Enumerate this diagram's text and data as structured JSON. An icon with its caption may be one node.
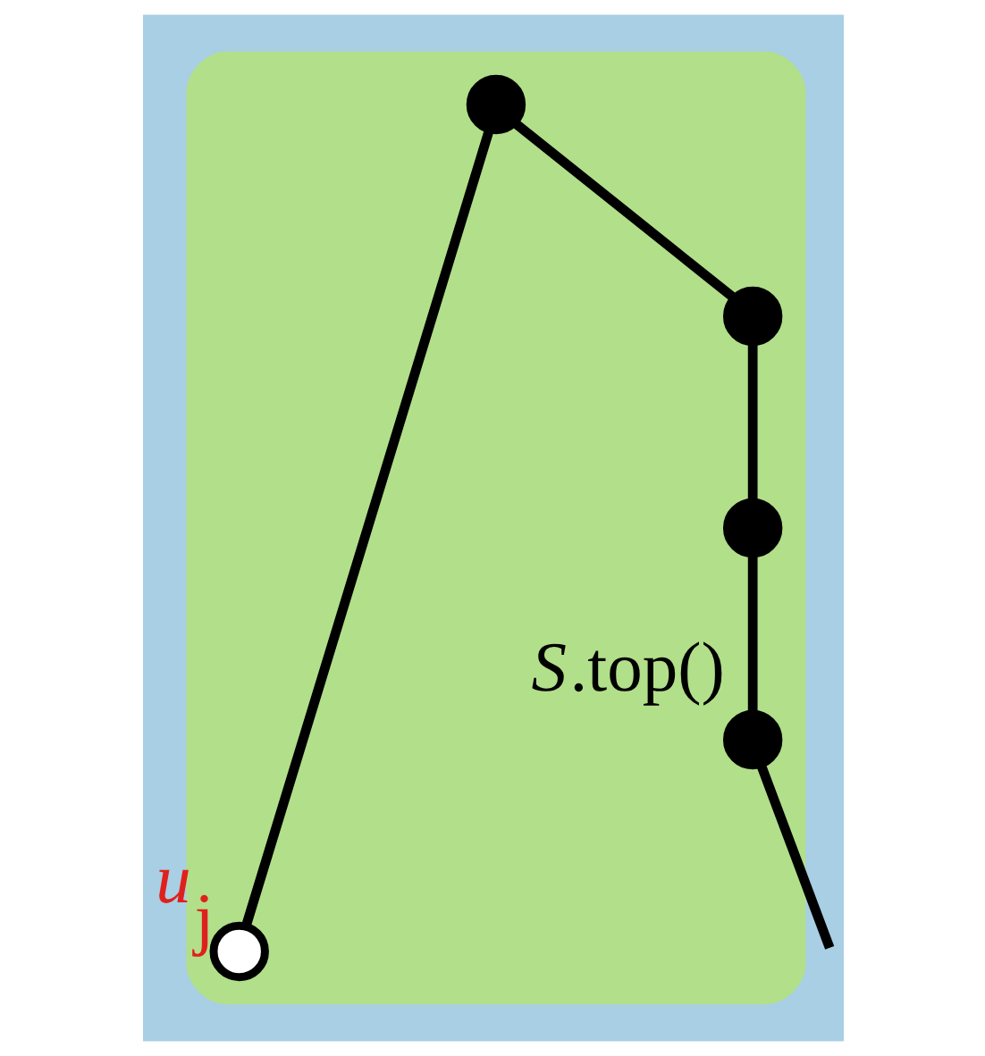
{
  "diagram": {
    "nodes": [
      {
        "text": [],
        "shape": "box"
      },
      {
        "text": [],
        "shape": "circle",
        "in": 0
      },
      {
        "text": [],
        "shape": "circle",
        "in": 0
      },
      {
        "text": [],
        "shape": "circle",
        "in": 0
      },
      {
        "text": [],
        "shape": "circle",
        "in": 0,
        "beside": [
          "*S*.top()"
        ]
      },
      {
        "text": [],
        "shape": "circle",
        "in": 0,
        "beside": [
          "*u*$_{j}$"
        ]
      }
    ],
    "edges": [
      {
        "from": 1,
        "to": 2,
        "arrow": "none"
      },
      {
        "from": 2,
        "to": 3,
        "arrow": "none"
      },
      {
        "from": 3,
        "to": 4,
        "arrow": "none"
      },
      {
        "from": 4,
        "to": null,
        "arrow": "none"
      },
      {
        "from": 1,
        "to": 5,
        "arrow": "none"
      }
    ]
  }
}
